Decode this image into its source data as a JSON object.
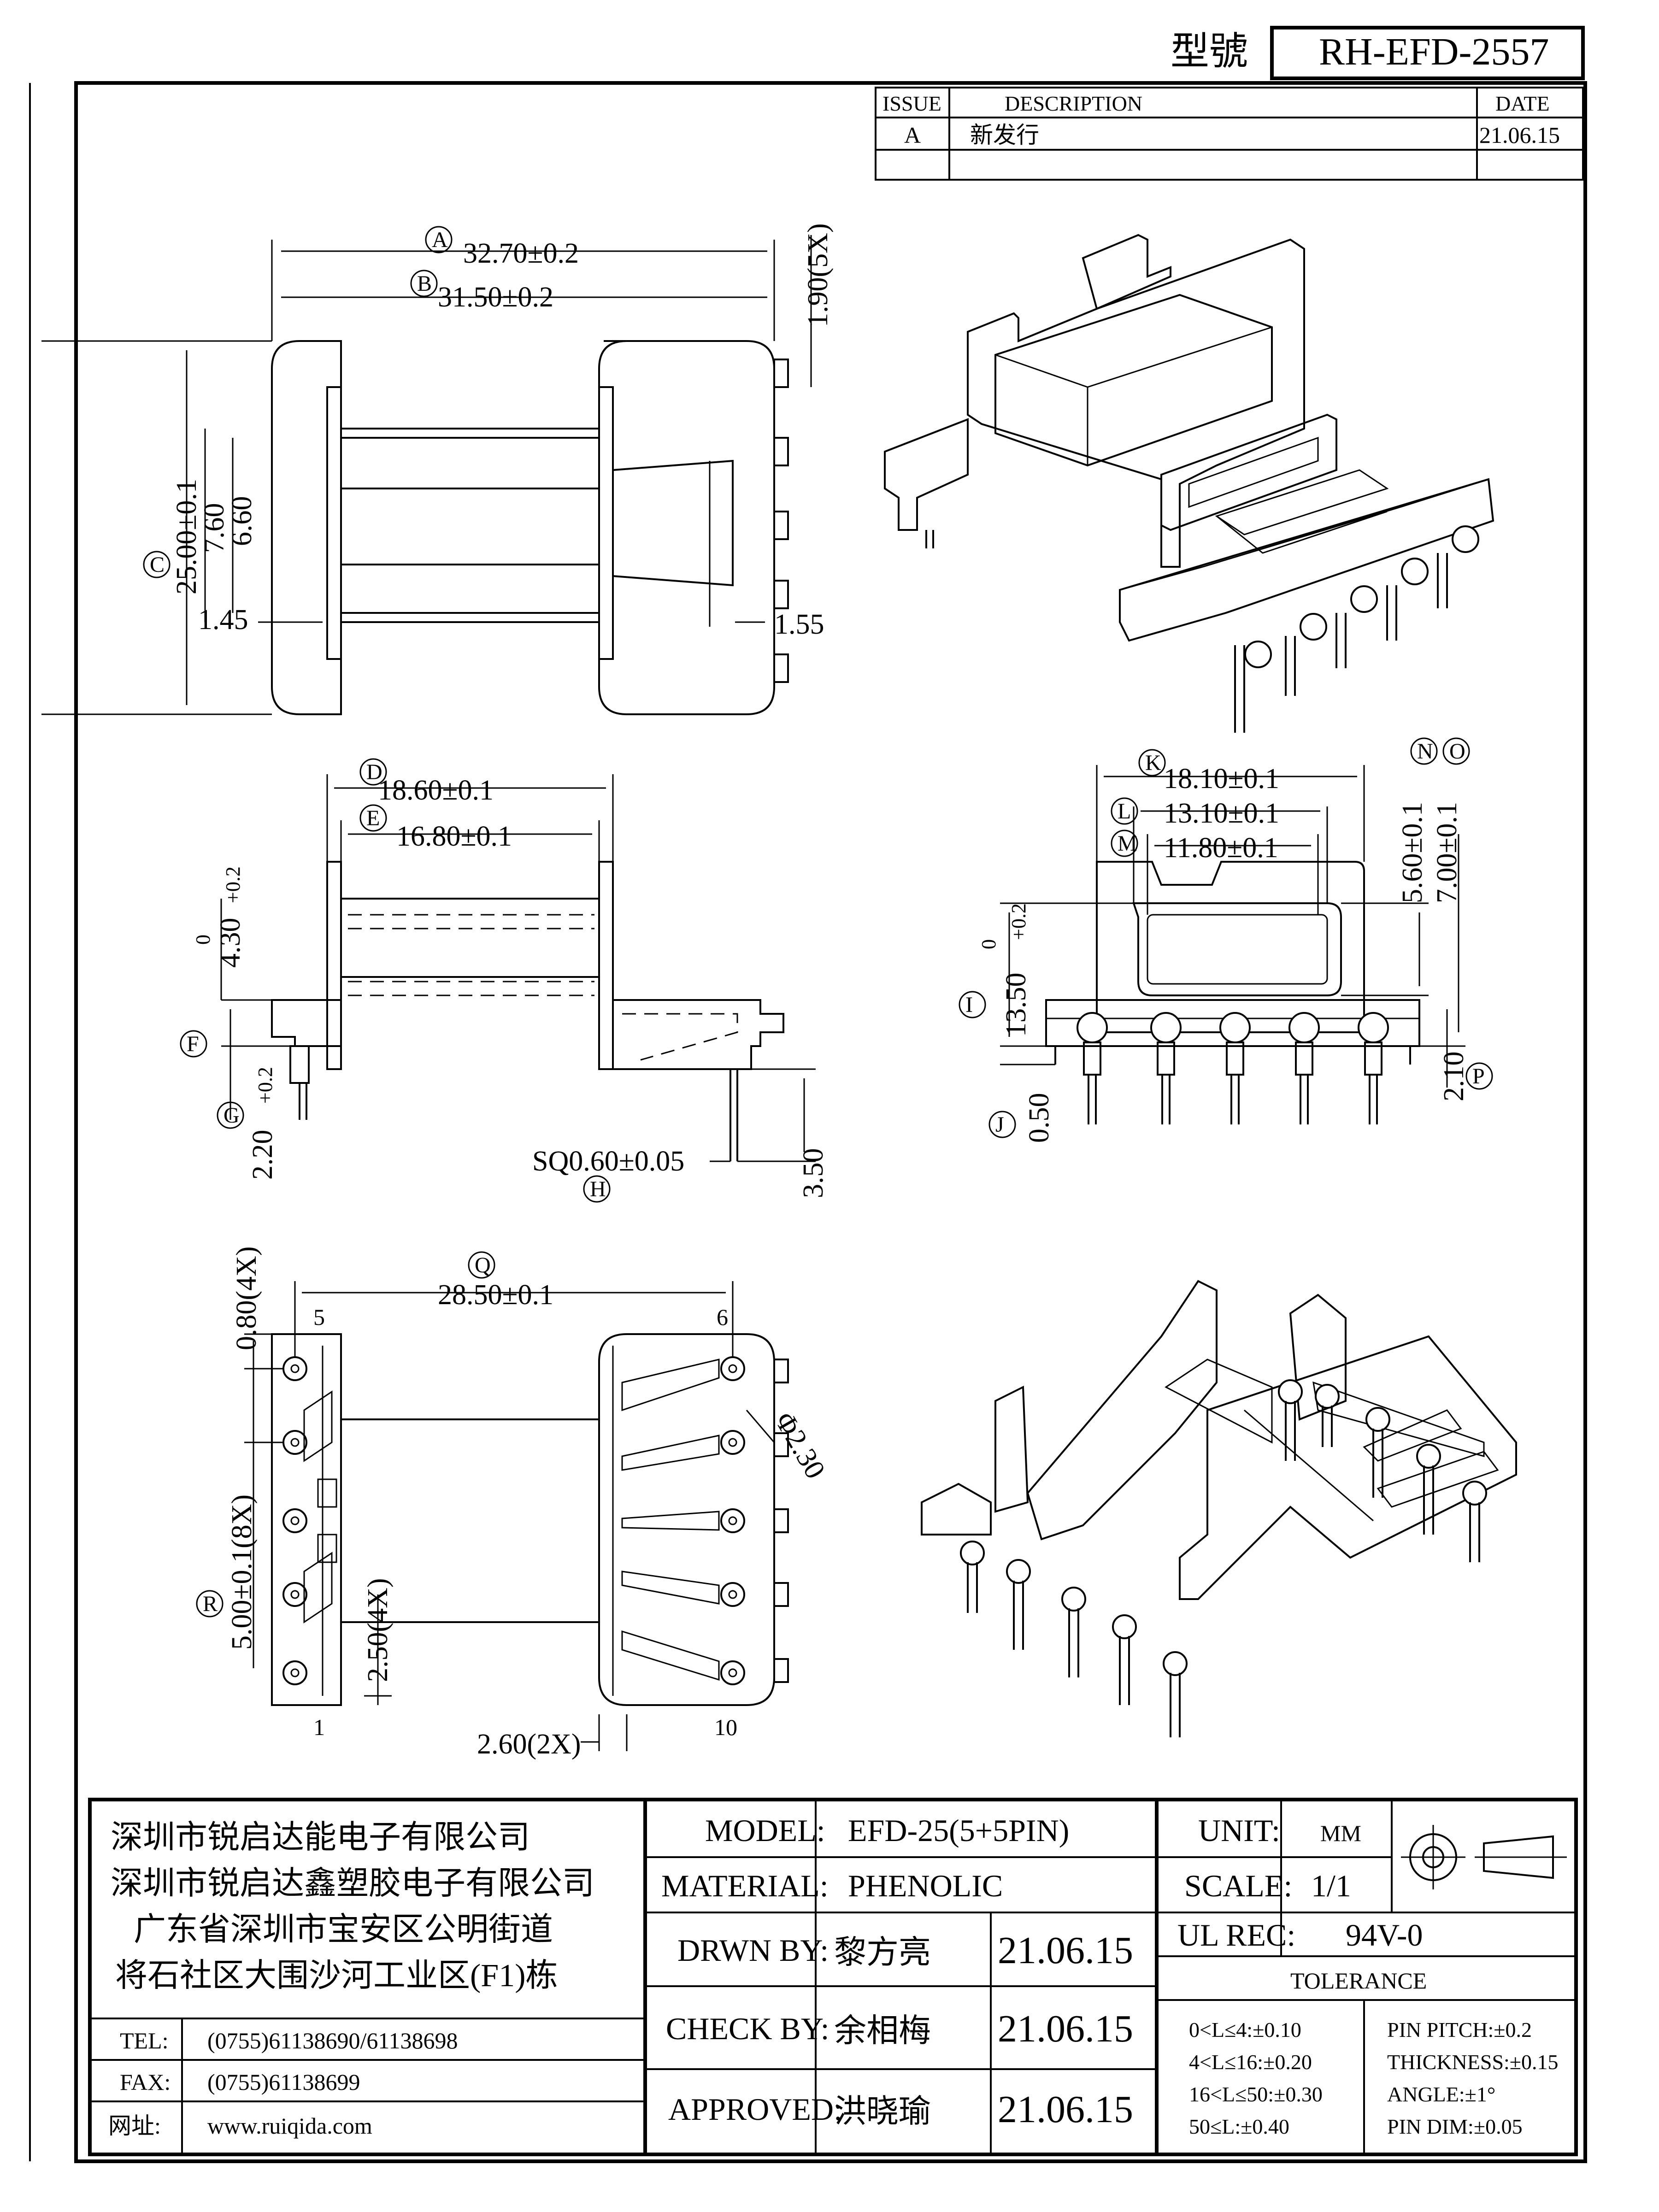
{
  "header": {
    "model_label": "型號",
    "model_no": "RH-EFD-2557"
  },
  "revision": {
    "headers": [
      "ISSUE",
      "DESCRIPTION",
      "DATE"
    ],
    "rows": [
      [
        "A",
        "新发行",
        "21.06.15"
      ]
    ]
  },
  "views": {
    "top": {
      "A": "32.70±0.2",
      "B": "31.50±0.2",
      "C": "25.00±0.1",
      "d760": "7.60",
      "d660": "6.60",
      "d145": "1.45",
      "d190": "1.90(5X)",
      "d155": "1.55"
    },
    "side": {
      "D": "18.60±0.1",
      "E": "16.80±0.1",
      "d430": "4.30",
      "d220": "2.20",
      "H": "SQ0.60±0.05",
      "d350": "3.50"
    },
    "front": {
      "K": "18.10±0.1",
      "L": "13.10±0.1",
      "M": "11.80±0.1",
      "N": "5.60±0.1",
      "O": "7.00±0.1",
      "I": "13.50",
      "J": "0.50",
      "P": "2.10"
    },
    "bottom": {
      "Q": "28.50±0.1",
      "d080": "0.80(4X)",
      "R": "5.00±0.1(8X)",
      "d250": "2.50(4X)",
      "d260": "2.60(2X)",
      "d230": "Φ2.30",
      "pins": [
        "1",
        "5",
        "6",
        "10"
      ]
    },
    "tol_0": "0",
    "tol_plus": "+0.2",
    "markers": [
      "A",
      "B",
      "C",
      "D",
      "E",
      "F",
      "G",
      "H",
      "I",
      "J",
      "K",
      "L",
      "M",
      "N",
      "O",
      "P",
      "Q",
      "R"
    ]
  },
  "company": {
    "lines": [
      "深圳市锐启达能电子有限公司",
      "深圳市锐启达鑫塑胶电子有限公司",
      "广东省深圳市宝安区公明街道",
      "将石社区大围沙河工业区(F1)栋"
    ],
    "tel_label": "TEL:",
    "tel": "(0755)61138690/61138698",
    "fax_label": "FAX:",
    "fax": "(0755)61138699",
    "web_label": "网址:",
    "web": "www.ruiqida.com"
  },
  "titleblock": {
    "model_label": "MODEL:",
    "model": "EFD-25(5+5PIN)",
    "material_label": "MATERIAL:",
    "material": "PHENOLIC",
    "drawn_label": "DRWN BY:",
    "drawn": "黎方亮",
    "drawn_date": "21.06.15",
    "check_label": "CHECK BY:",
    "check": "余相梅",
    "check_date": "21.06.15",
    "approved_label": "APPROVED:",
    "approved": "洪晓瑜",
    "approved_date": "21.06.15",
    "unit_label": "UNIT:",
    "unit": "MM",
    "scale_label": "SCALE:",
    "scale": "1/1",
    "ul_label": "UL REC:",
    "ul": "94V-0",
    "tolerance_title": "TOLERANCE",
    "tolerances": [
      "0<L≤4:±0.10",
      "4<L≤16:±0.20",
      "16<L≤50:±0.30",
      "50≤L:±0.40"
    ],
    "tolerances2": [
      "PIN PITCH:±0.2",
      "THICKNESS:±0.15",
      "ANGLE:±1°",
      "PIN DIM:±0.05"
    ]
  }
}
